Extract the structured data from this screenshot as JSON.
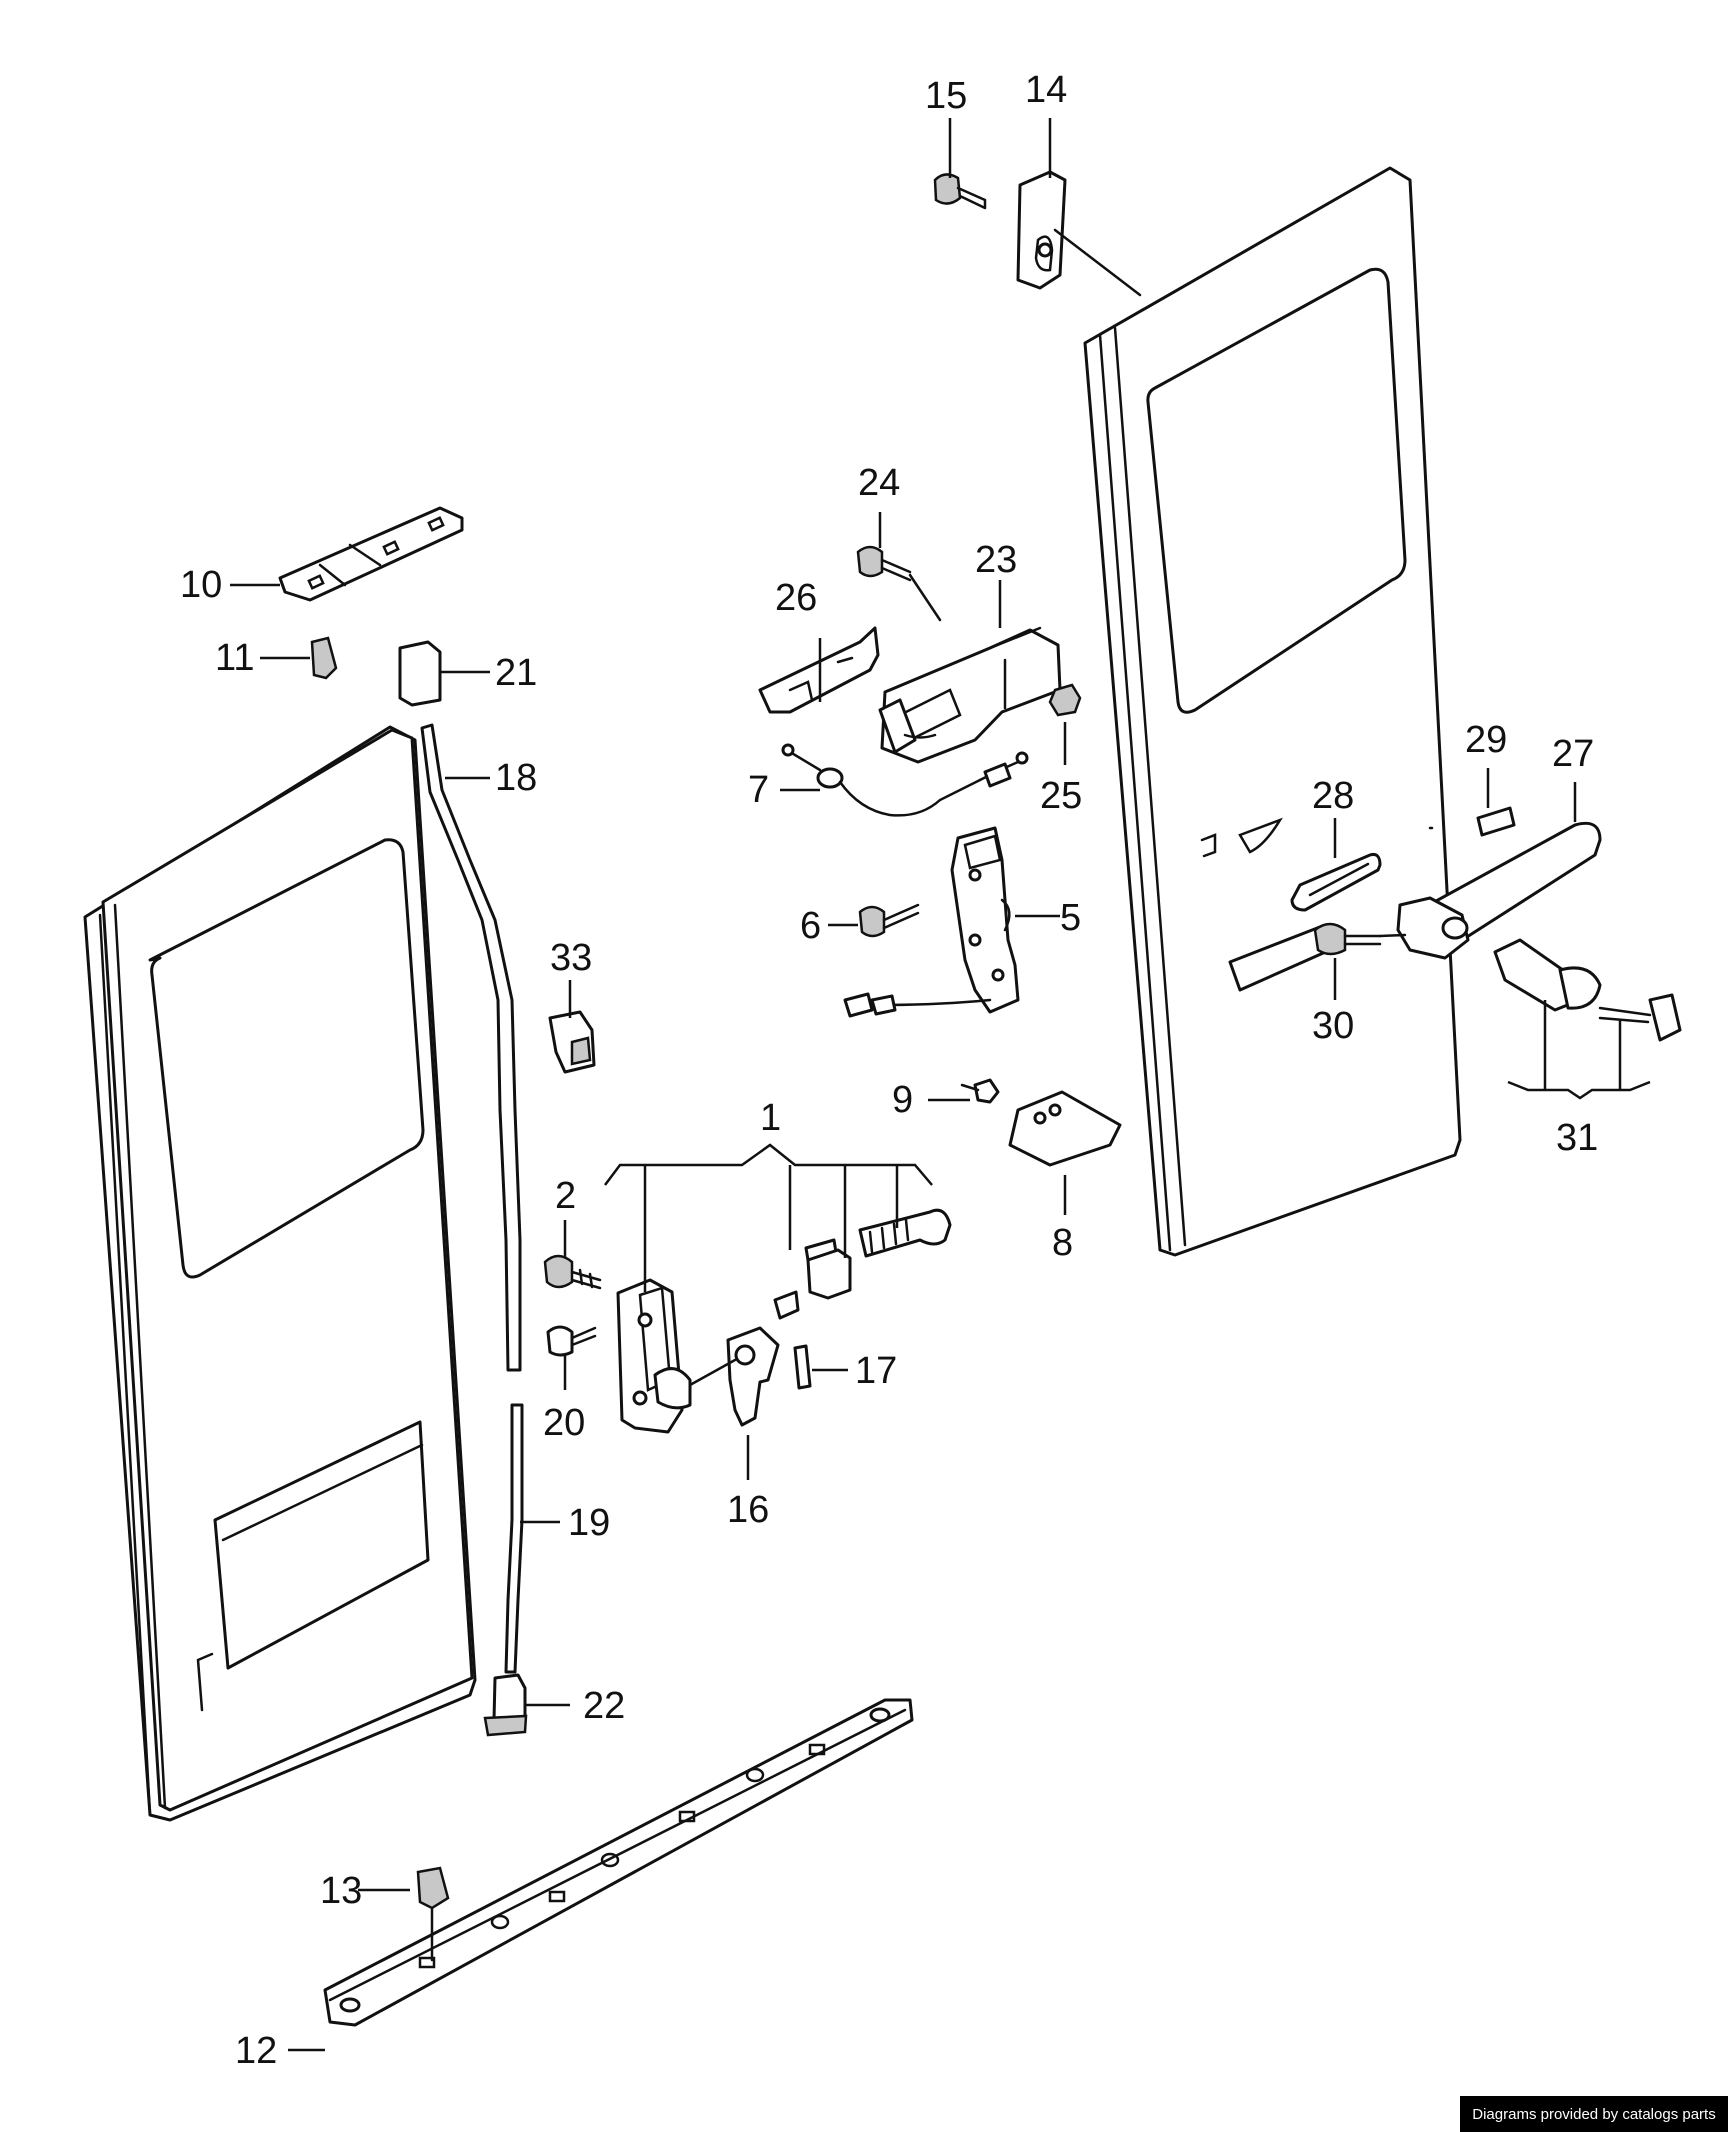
{
  "diagram": {
    "callouts": [
      "1",
      "2",
      "5",
      "6",
      "7",
      "8",
      "9",
      "10",
      "11",
      "12",
      "13",
      "14",
      "15",
      "16",
      "17",
      "18",
      "19",
      "20",
      "21",
      "22",
      "23",
      "24",
      "25",
      "26",
      "27",
      "28",
      "29",
      "30",
      "31",
      "33"
    ]
  },
  "footer": {
    "credit": "Diagrams provided by catalogs parts"
  }
}
